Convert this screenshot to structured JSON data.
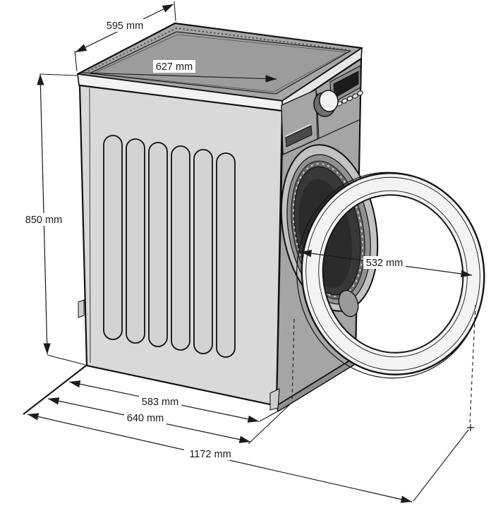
{
  "diagram": {
    "subject": "washing-machine-dimension-drawing",
    "unit": "mm",
    "labels": {
      "top_depth": "595 mm",
      "top_width": "627 mm",
      "height": "850 mm",
      "door_diameter": "532 mm",
      "base_width_inner": "583 mm",
      "base_width_outer": "640 mm",
      "total_depth_door_open": "1172 mm"
    },
    "colors": {
      "line": "#1a1a1a",
      "top_surface": "#a6a6a6",
      "top_lid": "#9c9c9c",
      "side_panel": "#d9d9d9",
      "front_panel": "#a5a5a5",
      "trim_band": "#f2f2f2",
      "drum": "#383838",
      "door_ring": "#f3f3f3",
      "background": "#ffffff"
    }
  }
}
